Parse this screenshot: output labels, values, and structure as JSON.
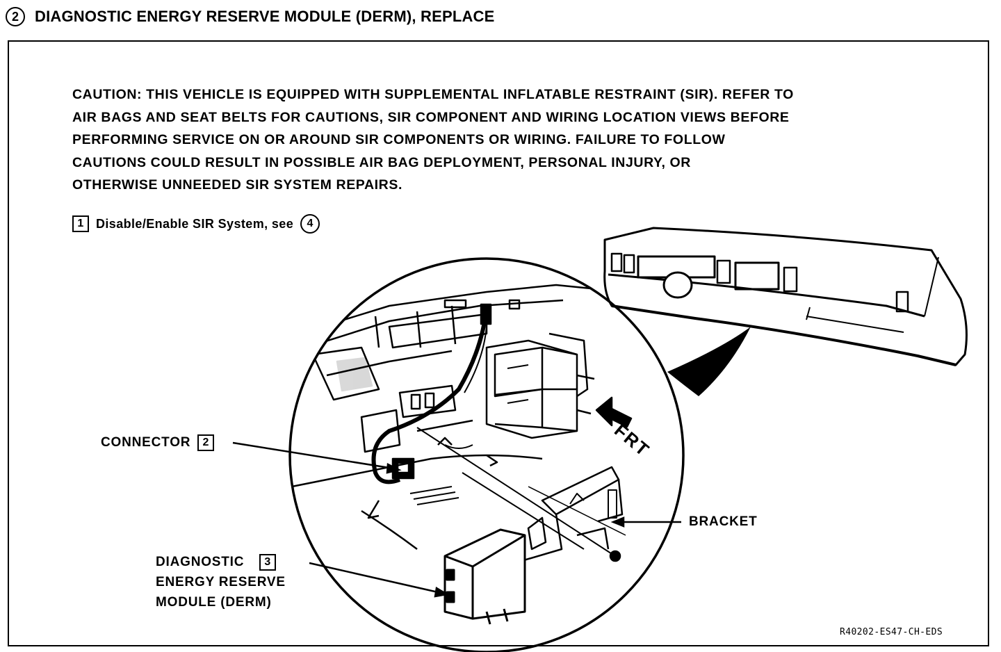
{
  "header": {
    "step_number": "2",
    "title": "DIAGNOSTIC ENERGY RESERVE MODULE (DERM), REPLACE"
  },
  "caution": {
    "lines": [
      "CAUTION: THIS VEHICLE IS EQUIPPED WITH SUPPLEMENTAL INFLATABLE RESTRAINT (SIR). REFER TO",
      "AIR BAGS AND SEAT BELTS FOR CAUTIONS, SIR COMPONENT AND WIRING LOCATION VIEWS BEFORE",
      "PERFORMING SERVICE ON OR AROUND SIR COMPONENTS OR WIRING. FAILURE TO FOLLOW",
      "CAUTIONS COULD RESULT IN POSSIBLE AIR BAG DEPLOYMENT, PERSONAL INJURY, OR",
      "OTHERWISE UNNEEDED SIR SYSTEM REPAIRS."
    ]
  },
  "steps": [
    {
      "number": "1",
      "text": "Disable/Enable SIR System, see",
      "ref": "4"
    }
  ],
  "callouts": {
    "connector": {
      "text": "CONNECTOR",
      "number": "2"
    },
    "bracket": {
      "text": "BRACKET"
    },
    "derm": {
      "lines": [
        "DIAGNOSTIC",
        "ENERGY RESERVE",
        "MODULE (DERM)"
      ],
      "number": "3"
    }
  },
  "direction_marker": "FRT",
  "figure_code": "R40202-ES47-CH-EDS"
}
